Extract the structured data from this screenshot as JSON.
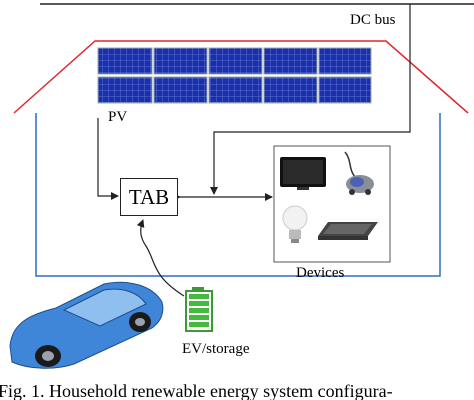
{
  "diagram": {
    "dc_bus_label": "DC bus",
    "pv_label": "PV",
    "tab_label": "TAB",
    "devices_label": "Devices",
    "ev_label": "EV/storage",
    "caption": "Fig. 1.   Household renewable energy system configura-"
  },
  "colors": {
    "roof": "#e0282c",
    "wall": "#2f6dbd",
    "panel": "#1b2fa8",
    "car": "#3f86d9",
    "battery": "#44b93e",
    "line": "#222222"
  },
  "icons": [
    "solar-panel-icon",
    "tv-icon",
    "vacuum-icon",
    "lightbulb-icon",
    "tablet-icon",
    "car-icon",
    "battery-icon"
  ]
}
